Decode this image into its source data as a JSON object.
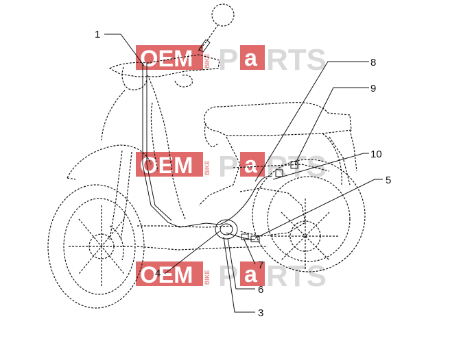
{
  "watermark": {
    "oem": "OEM",
    "bike": "BIKE",
    "p": "P",
    "a": "a",
    "rts": "RTS",
    "color_red": "#e06a6a",
    "color_gray": "#d9d9d9"
  },
  "callouts": {
    "c1": "1",
    "c3": "3",
    "c4": "4",
    "c5": "5",
    "c6": "6",
    "c7": "7",
    "c8": "8",
    "c9": "9",
    "c10": "10"
  }
}
